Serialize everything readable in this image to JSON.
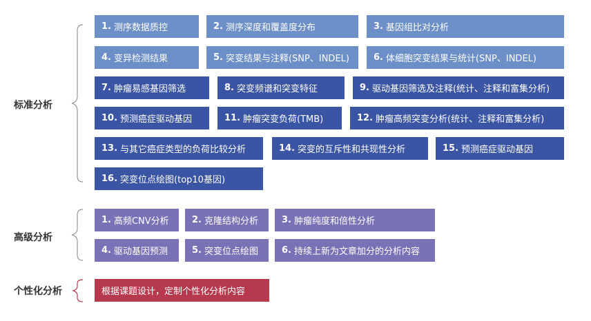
{
  "sections": {
    "standard": {
      "label": "标准分析",
      "items": [
        {
          "num": "1.",
          "text": "测序数据质控"
        },
        {
          "num": "2.",
          "text": "测序深度和覆盖度分布"
        },
        {
          "num": "3.",
          "text": "基因组比对分析"
        },
        {
          "num": "4.",
          "text": "变异检测结果"
        },
        {
          "num": "5.",
          "text": "突变结果与注释(SNP、INDEL)"
        },
        {
          "num": "6.",
          "text": "体细胞突变结果与统计(SNP、INDEL)"
        },
        {
          "num": "7.",
          "text": "肿瘤易感基因筛选"
        },
        {
          "num": "8.",
          "text": "突变频谱和突变特征"
        },
        {
          "num": "9.",
          "text": "驱动基因筛选及注释(统计、注释和富集分析)"
        },
        {
          "num": "10.",
          "text": "预测癌症驱动基因"
        },
        {
          "num": "11.",
          "text": "肿瘤突变负荷(TMB)"
        },
        {
          "num": "12.",
          "text": "肿瘤高频突变分析(统计、注释和富集分析)"
        },
        {
          "num": "13.",
          "text": "与其它癌症类型的负荷比较分析"
        },
        {
          "num": "14.",
          "text": "突变的互斥性和共现性分析"
        },
        {
          "num": "15.",
          "text": "预测癌症驱动基因"
        },
        {
          "num": "16.",
          "text": "突变位点绘图(top10基因)"
        }
      ]
    },
    "advanced": {
      "label": "高级分析",
      "items": [
        {
          "num": "1.",
          "text": "高频CNV分析"
        },
        {
          "num": "2.",
          "text": "克隆结构分析"
        },
        {
          "num": "3.",
          "text": "肿瘤纯度和倍性分析"
        },
        {
          "num": "4.",
          "text": "驱动基因预测"
        },
        {
          "num": "5.",
          "text": "突变位点绘图"
        },
        {
          "num": "6.",
          "text": "持续上新为文章加分的分析内容"
        }
      ]
    },
    "custom": {
      "label": "个性化分析",
      "items": [
        {
          "text": "根据课题设计，定制个性化分析内容"
        }
      ]
    }
  },
  "colors": {
    "light_blue": "#6b8fc6",
    "dark_blue": "#3a55a3",
    "purple": "#7a72b6",
    "red": "#b6394e"
  }
}
